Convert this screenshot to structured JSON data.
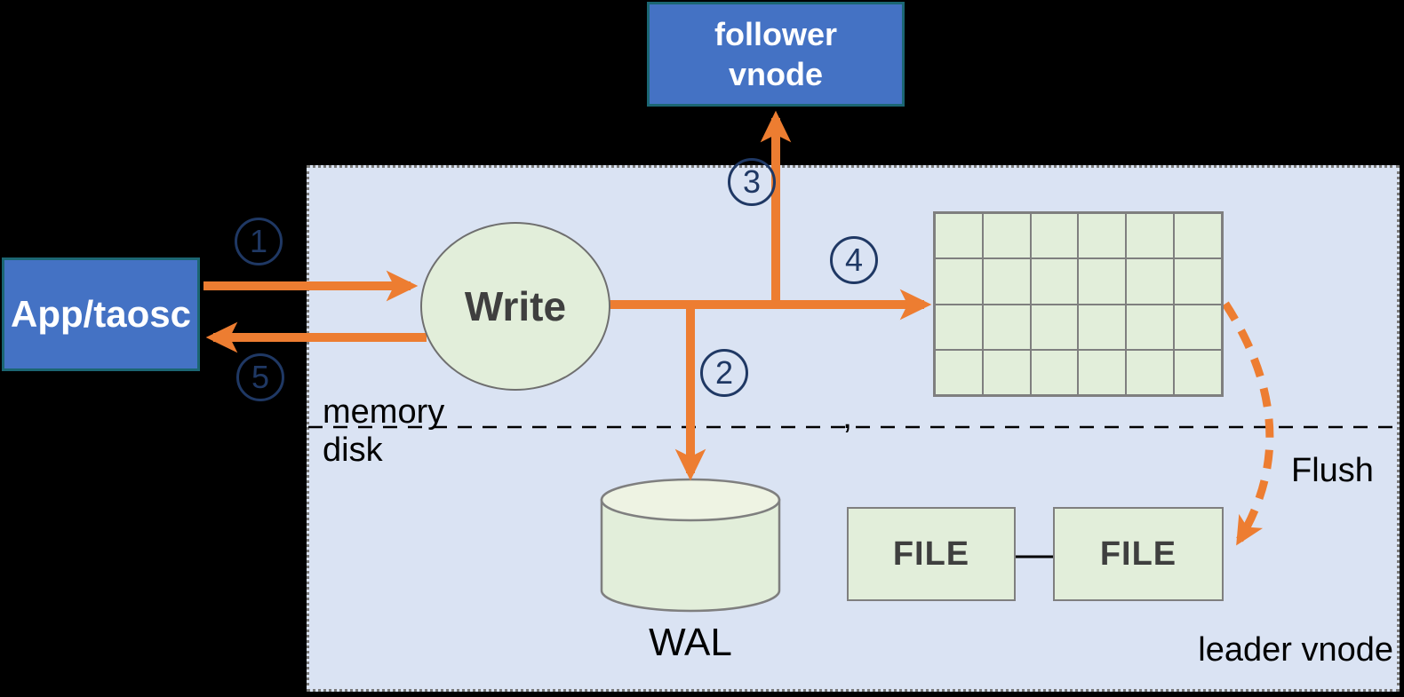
{
  "title": "TDengine leader vnode write process diagram",
  "colors": {
    "background": "#000000",
    "region_fill": "#dae3f3",
    "region_border": "#7a7a7a",
    "node_blue": "#4472c4",
    "node_blue_border": "#1b6673",
    "node_green": "#e2eeda",
    "node_green_light": "#eef3e3",
    "shape_border_gray": "#7f7f7f",
    "arrow_orange": "#ed7d31",
    "step_navy": "#1f3864",
    "dark_text": "#3f3f3f"
  },
  "nodes": {
    "follower_vnode": {
      "label": "follower\nvnode"
    },
    "app_taosc": {
      "label": "App/taosc"
    },
    "write": {
      "label": "Write"
    },
    "wal": {
      "label": "WAL"
    },
    "file1": {
      "label": "FILE"
    },
    "file2": {
      "label": "FILE"
    },
    "memtable": {
      "rows": 4,
      "cols": 6
    }
  },
  "labels": {
    "memory": "memory",
    "disk": "disk",
    "flush": "Flush",
    "leader_vnode": "leader vnode",
    "divider_mark": ","
  },
  "steps": [
    {
      "num": "1"
    },
    {
      "num": "2"
    },
    {
      "num": "3"
    },
    {
      "num": "4"
    },
    {
      "num": "5"
    }
  ]
}
